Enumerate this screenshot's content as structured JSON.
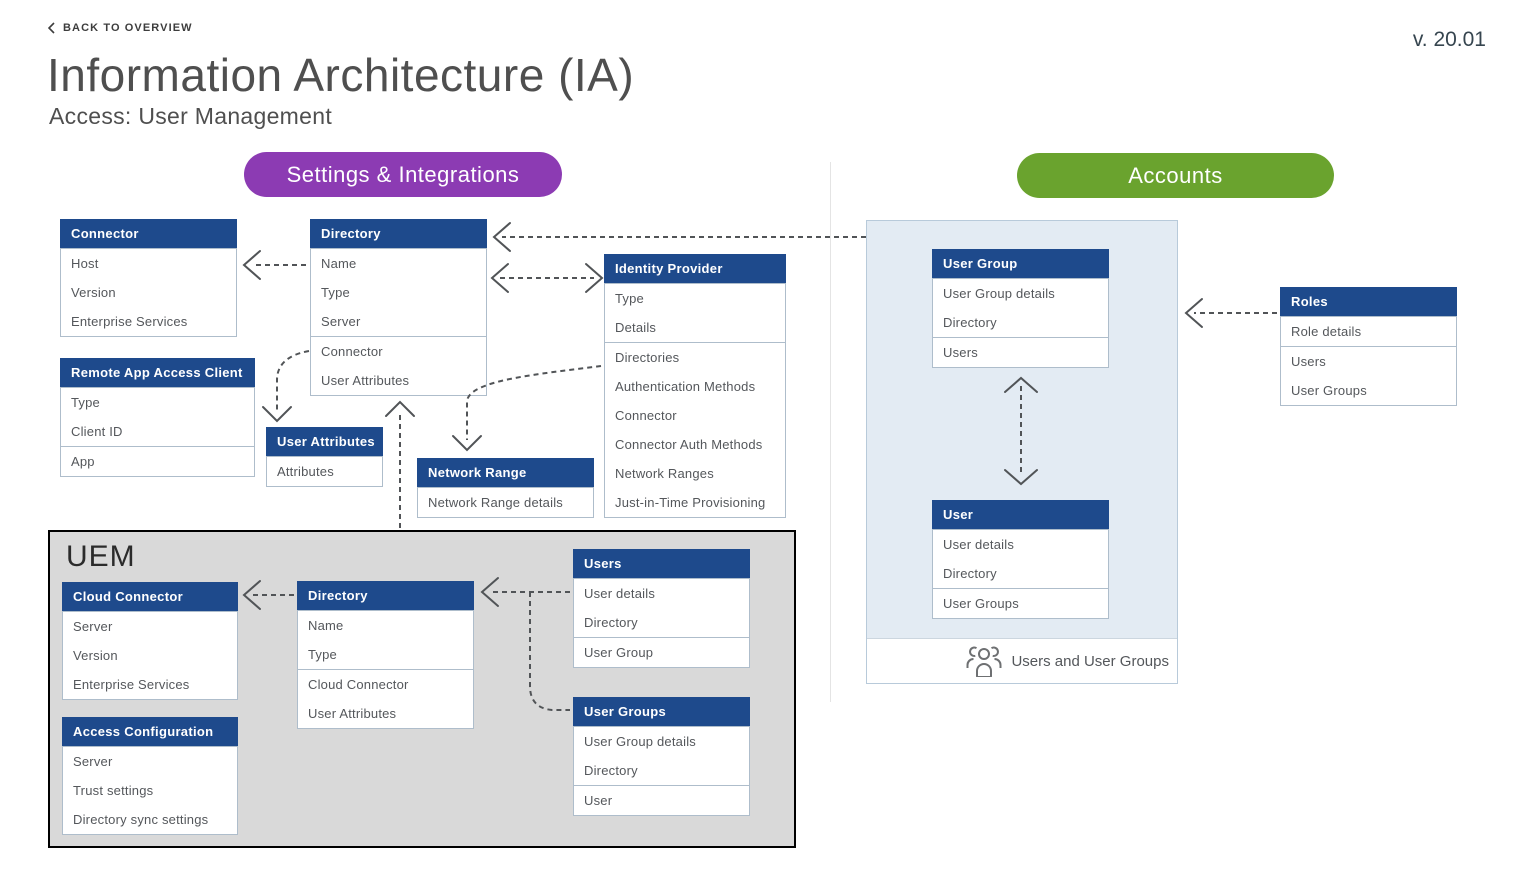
{
  "header": {
    "back_link": "BACK TO OVERVIEW",
    "version": "v. 20.01",
    "title": "Information Architecture (IA)",
    "subtitle": "Access: User Management"
  },
  "section_pills": {
    "settings": {
      "label": "Settings & Integrations",
      "color": "#8c3bb3"
    },
    "accounts": {
      "label": "Accounts",
      "color": "#6aa32e"
    }
  },
  "uem": {
    "label": "UEM"
  },
  "accounts_panel": {
    "footer_label": "Users and User Groups",
    "footer_icon": "users-group-icon"
  },
  "colors": {
    "entity_header_blue": "#1e4a8c",
    "entity_border": "#aebdcb",
    "body_text": "#54575b",
    "uem_background": "#d9d9d9",
    "accounts_background": "#e3ebf3",
    "arrow": "#515457"
  },
  "icons": {
    "back_chevron": "chevron-left-icon",
    "accounts_footer": "users-group-icon"
  },
  "entities": {
    "connector": {
      "title": "Connector",
      "sections": [
        [
          "Host",
          "Version",
          "Enterprise Services"
        ]
      ]
    },
    "directory_settings": {
      "title": "Directory",
      "sections": [
        [
          "Name",
          "Type",
          "Server"
        ],
        [
          "Connector",
          "User Attributes"
        ]
      ]
    },
    "identity_provider": {
      "title": "Identity Provider",
      "sections": [
        [
          "Type",
          "Details"
        ],
        [
          "Directories",
          "Authentication Methods",
          "Connector",
          "Connector Auth Methods",
          "Network Ranges",
          "Just-in-Time Provisioning"
        ]
      ]
    },
    "remote_app_access_client": {
      "title": "Remote App Access Client",
      "sections": [
        [
          "Type",
          "Client ID"
        ],
        [
          "App"
        ]
      ]
    },
    "user_attributes": {
      "title": "User Attributes",
      "sections": [
        [
          "Attributes"
        ]
      ]
    },
    "network_range": {
      "title": "Network Range",
      "sections": [
        [
          "Network Range details"
        ]
      ]
    },
    "cloud_connector": {
      "title": "Cloud Connector",
      "sections": [
        [
          "Server",
          "Version",
          "Enterprise Services"
        ]
      ]
    },
    "directory_uem": {
      "title": "Directory",
      "sections": [
        [
          "Name",
          "Type"
        ],
        [
          "Cloud Connector",
          "User Attributes"
        ]
      ]
    },
    "access_configuration": {
      "title": "Access Configuration",
      "sections": [
        [
          "Server",
          "Trust settings",
          "Directory sync settings"
        ]
      ]
    },
    "users": {
      "title": "Users",
      "sections": [
        [
          "User details",
          "Directory"
        ],
        [
          "User Group"
        ]
      ]
    },
    "user_groups": {
      "title": "User Groups",
      "sections": [
        [
          "User Group details",
          "Directory"
        ],
        [
          "User"
        ]
      ]
    },
    "account_user_group": {
      "title": "User Group",
      "sections": [
        [
          "User Group details",
          "Directory"
        ],
        [
          "Users"
        ]
      ]
    },
    "account_user": {
      "title": "User",
      "sections": [
        [
          "User details",
          "Directory"
        ],
        [
          "User Groups"
        ]
      ]
    },
    "roles": {
      "title": "Roles",
      "sections": [
        [
          "Role details"
        ],
        [
          "Users",
          "User Groups"
        ]
      ]
    }
  }
}
